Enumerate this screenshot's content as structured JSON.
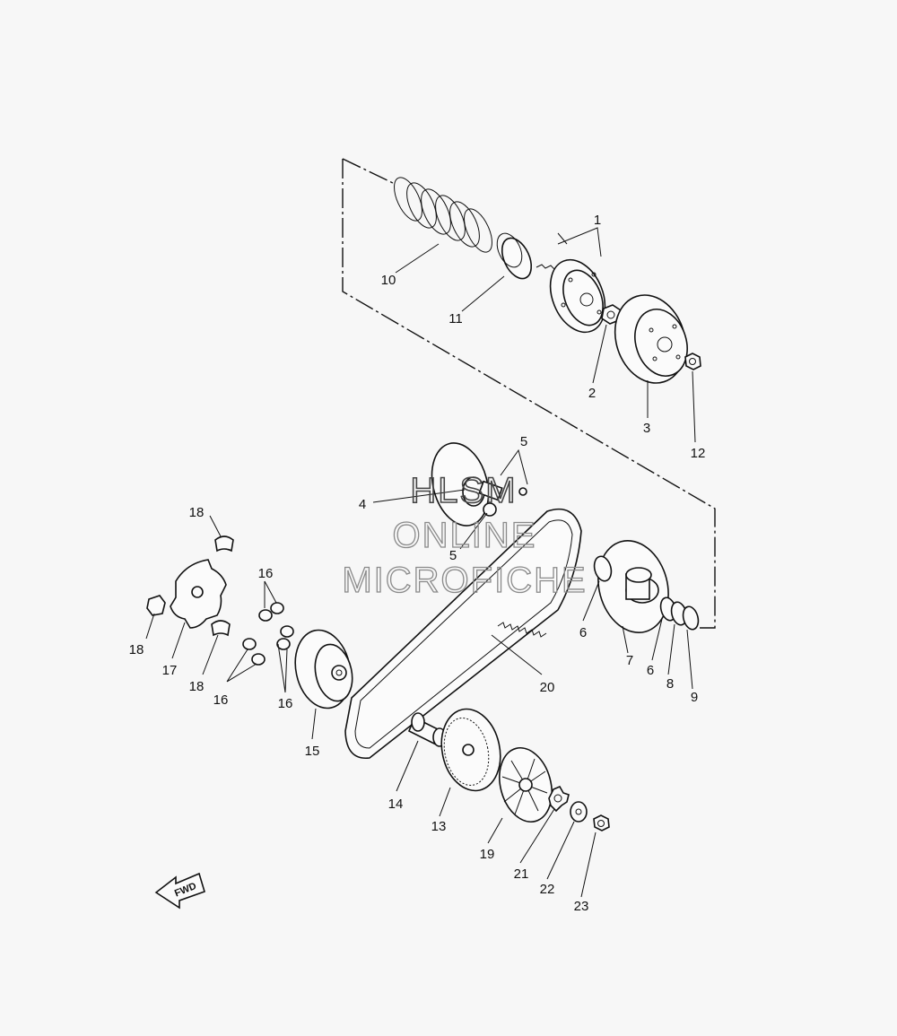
{
  "diagram": {
    "callouts": {
      "c1": "1",
      "c2": "2",
      "c3": "3",
      "c4": "4",
      "c5a": "5",
      "c5b": "5",
      "c6a": "6",
      "c6b": "6",
      "c7": "7",
      "c8": "8",
      "c9": "9",
      "c10": "10",
      "c11": "11",
      "c12": "12",
      "c13": "13",
      "c14": "14",
      "c15": "15",
      "c16a": "16",
      "c16b": "16",
      "c16c": "16",
      "c17": "17",
      "c18a": "18",
      "c18b": "18",
      "c18c": "18",
      "c19": "19",
      "c20": "20",
      "c21": "21",
      "c22": "22",
      "c23": "23"
    },
    "fwd_label": "FWD"
  },
  "watermark": {
    "line1": "HLSM",
    "line2": "ONLINE",
    "line3": "MICROFICHE"
  }
}
